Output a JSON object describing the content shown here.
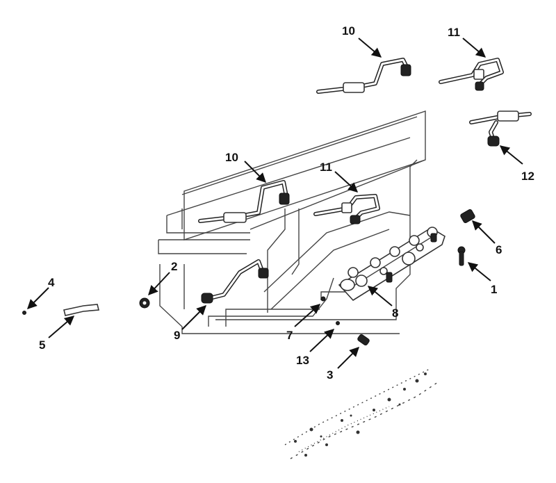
{
  "diagram": {
    "callouts": [
      {
        "id": "c10a",
        "label": "10"
      },
      {
        "id": "c11a",
        "label": "11"
      },
      {
        "id": "c12",
        "label": "12"
      },
      {
        "id": "c10b",
        "label": "10"
      },
      {
        "id": "c11b",
        "label": "11"
      },
      {
        "id": "c6",
        "label": "6"
      },
      {
        "id": "c1",
        "label": "1"
      },
      {
        "id": "c2",
        "label": "2"
      },
      {
        "id": "c4",
        "label": "4"
      },
      {
        "id": "c5",
        "label": "5"
      },
      {
        "id": "c9",
        "label": "9"
      },
      {
        "id": "c8",
        "label": "8"
      },
      {
        "id": "c7",
        "label": "7"
      },
      {
        "id": "c13",
        "label": "13"
      },
      {
        "id": "c3",
        "label": "3"
      }
    ]
  }
}
